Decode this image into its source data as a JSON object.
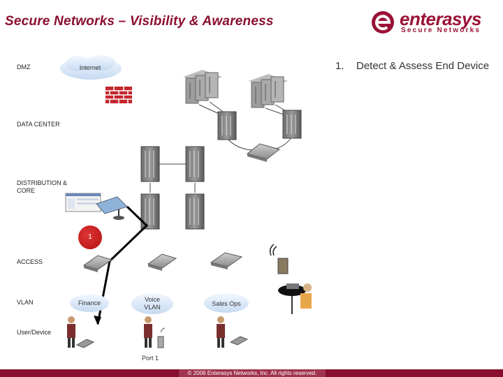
{
  "slide": {
    "title": "Secure Networks – Visibility & Awareness"
  },
  "logo": {
    "wordmark": "enterasys",
    "tagline": "Secure Networks"
  },
  "layers": {
    "dmz": "DMZ",
    "data_center": "DATA CENTER",
    "distribution_line1": "DISTRIBUTION &",
    "distribution_line2": "CORE",
    "access": "ACCESS",
    "vlan": "VLAN",
    "user_device": "User/Device"
  },
  "clouds": {
    "internet": "Internet",
    "finance": "Finance",
    "voice_line1": "Voice",
    "voice_line2": "VLAN",
    "sales": "Sales Ops"
  },
  "steps": [
    {
      "number": "1.",
      "text": "Detect & Assess End Device"
    }
  ],
  "badge": {
    "label": "1"
  },
  "port": {
    "label": "Port 1"
  },
  "footer": {
    "copyright": "© 2006 Enterasys Networks, Inc. All rights reserved."
  },
  "colors": {
    "brand": "#8a0f2e",
    "badge": "#c01818",
    "firewall": "#c4262e",
    "path": "#000000"
  },
  "icons": {
    "firewall": "brick-wall-icon",
    "server": "server-rack-icon",
    "switch": "network-switch-icon",
    "wireless": "wireless-signal-icon",
    "user": "user-figure-icon",
    "laptop": "laptop-icon",
    "phone": "ip-phone-icon"
  }
}
